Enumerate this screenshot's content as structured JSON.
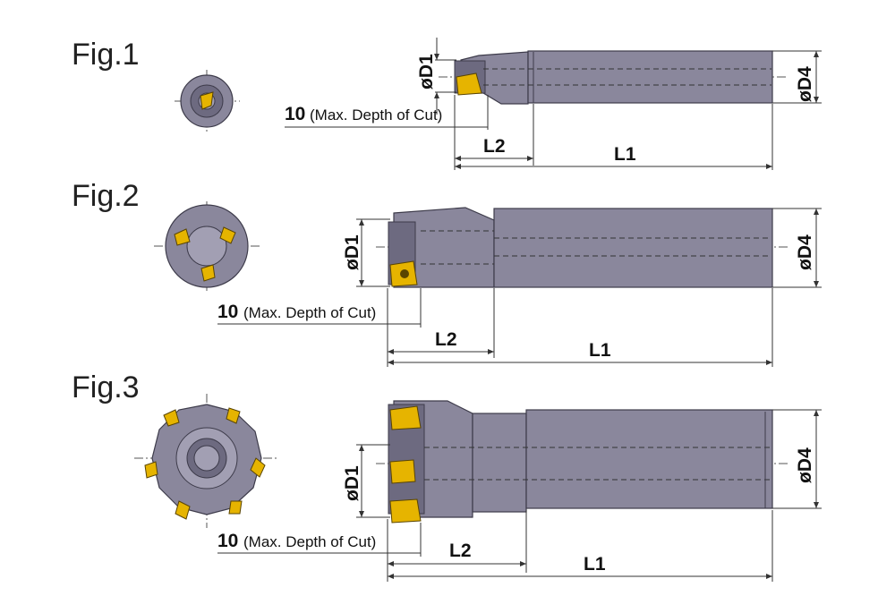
{
  "figures": [
    {
      "label": "Fig.1",
      "dims": {
        "D1": "øD1",
        "D4": "øD4",
        "L1": "L1",
        "L2": "L2"
      },
      "depth_value": "10",
      "depth_text": "(Max. Depth of Cut)"
    },
    {
      "label": "Fig.2",
      "dims": {
        "D1": "øD1",
        "D4": "øD4",
        "L1": "L1",
        "L2": "L2"
      },
      "depth_value": "10",
      "depth_text": "(Max. Depth of Cut)"
    },
    {
      "label": "Fig.3",
      "dims": {
        "D1": "øD1",
        "D4": "øD4",
        "L1": "L1",
        "L2": "L2"
      },
      "depth_value": "10",
      "depth_text": "(Max. Depth of Cut)"
    }
  ],
  "colors": {
    "body": "#8a879c",
    "insert": "#e6b400",
    "line": "#333333"
  }
}
